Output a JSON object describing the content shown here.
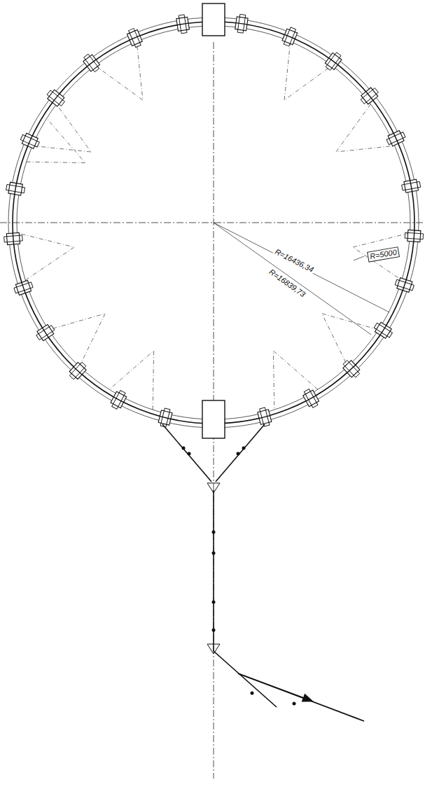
{
  "diagram": {
    "labels": [
      "R=16436,34",
      "R=16839,73",
      "R=5000"
    ]
  }
}
